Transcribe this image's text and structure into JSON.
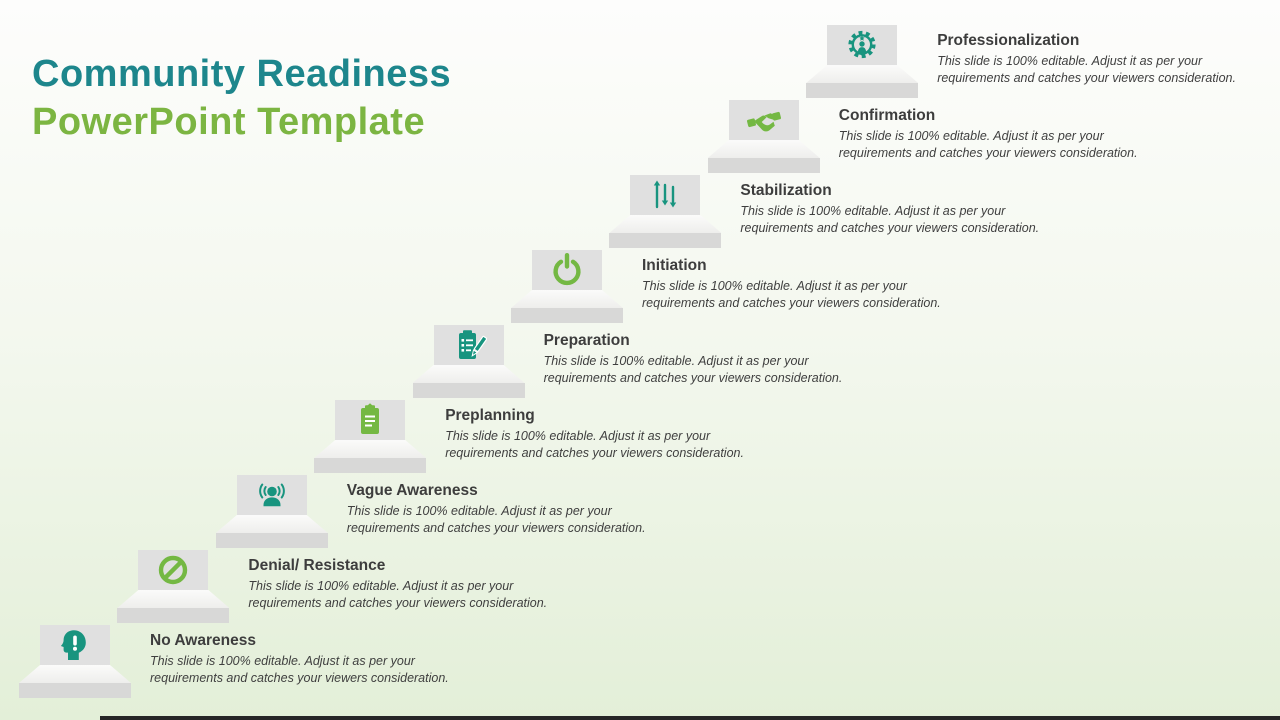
{
  "slide": {
    "title": {
      "line1": "Community Readiness",
      "line2": "PowerPoint Template"
    }
  },
  "colors": {
    "title_teal": "#1d868c",
    "title_green": "#7cb542",
    "icon_teal": "#18947f",
    "icon_green": "#74b843",
    "step_plate_gray": "#e0e0e0",
    "step_base_gray": "#d8d8d7",
    "text_dark": "#3d3d3d",
    "background_bottom_green": "#e3efd8"
  },
  "steps": [
    {
      "title": "No Awareness",
      "icon": "head-exclamation-icon",
      "icon_color": "#18947f",
      "desc_line1": "This slide is 100% editable. Adjust it as per your",
      "desc_line2": "requirements and catches your viewers consideration."
    },
    {
      "title": "Denial/ Resistance",
      "icon": "prohibition-icon",
      "icon_color": "#74b843",
      "desc_line1": "This slide is 100% editable. Adjust it as per your",
      "desc_line2": "requirements and catches your viewers consideration."
    },
    {
      "title": "Vague Awareness",
      "icon": "person-broadcast-icon",
      "icon_color": "#18947f",
      "desc_line1": "This slide is 100% editable. Adjust it as per your",
      "desc_line2": "requirements and catches your viewers consideration."
    },
    {
      "title": "Preplanning",
      "icon": "clipboard-icon",
      "icon_color": "#74b843",
      "desc_line1": "This slide is 100% editable. Adjust it as per your",
      "desc_line2": "requirements and catches your viewers consideration."
    },
    {
      "title": "Preparation",
      "icon": "clipboard-pencil-icon",
      "icon_color": "#18947f",
      "desc_line1": "This slide is 100% editable. Adjust it as per your",
      "desc_line2": "requirements and catches your viewers consideration."
    },
    {
      "title": "Initiation",
      "icon": "power-icon",
      "icon_color": "#74b843",
      "desc_line1": "This slide is 100% editable. Adjust it as per your",
      "desc_line2": "requirements and catches your viewers consideration."
    },
    {
      "title": "Stabilization",
      "icon": "sliders-icon",
      "icon_color": "#18947f",
      "desc_line1": "This slide is 100% editable. Adjust it as per your",
      "desc_line2": "requirements and catches your viewers consideration."
    },
    {
      "title": "Confirmation",
      "icon": "handshake-icon",
      "icon_color": "#74b843",
      "desc_line1": "This slide is 100% editable. Adjust it as per your",
      "desc_line2": "requirements and catches your viewers consideration."
    },
    {
      "title": "Professionalization",
      "icon": "gear-person-icon",
      "icon_color": "#18947f",
      "desc_line1": "This slide is 100% editable. Adjust it as per your",
      "desc_line2": "requirements and catches your viewers consideration."
    }
  ]
}
